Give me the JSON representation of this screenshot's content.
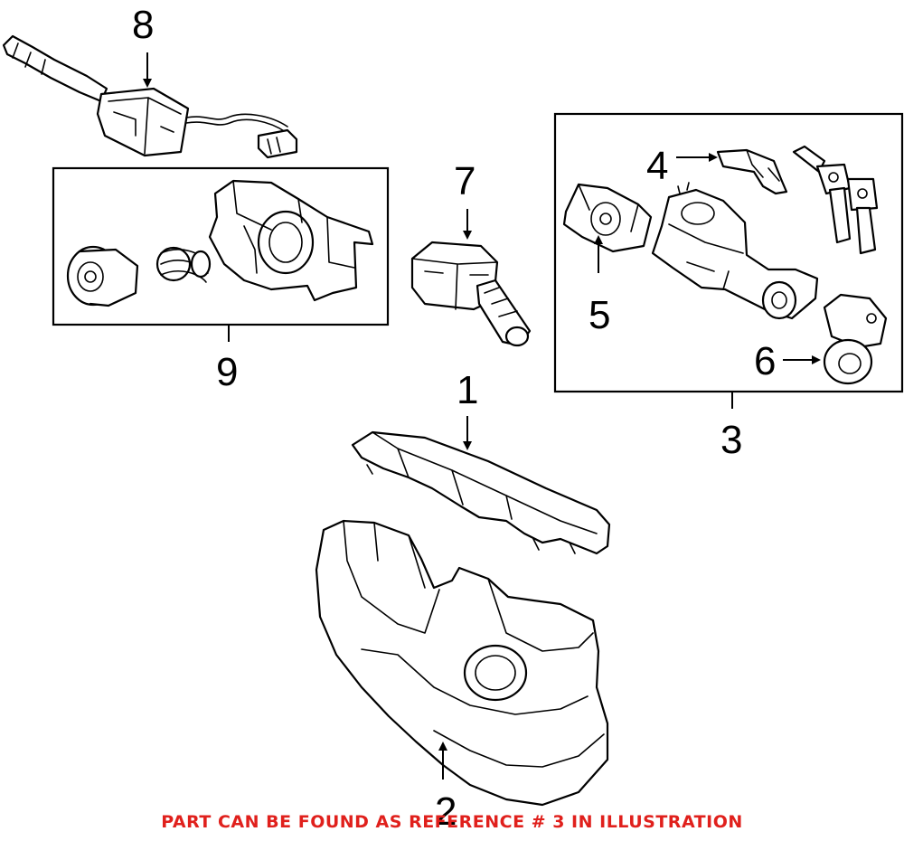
{
  "callouts": {
    "c1": "1",
    "c2": "2",
    "c3": "3",
    "c4": "4",
    "c5": "5",
    "c6": "6",
    "c7": "7",
    "c8": "8",
    "c9": "9"
  },
  "footer": {
    "note": "PART CAN BE FOUND AS REFERENCE # 3 IN ILLUSTRATION",
    "note_color": "#e0201c"
  },
  "colors": {
    "line": "#000000",
    "background": "#ffffff"
  }
}
